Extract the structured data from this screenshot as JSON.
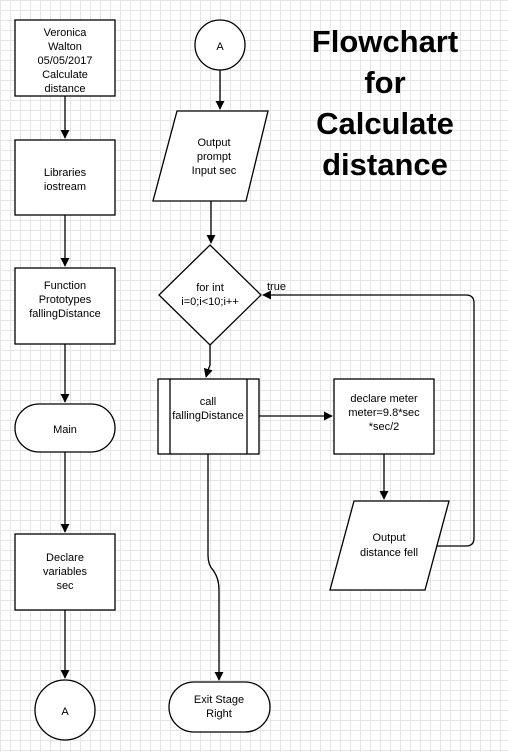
{
  "title": [
    "Flowchart",
    "for",
    "Calculate",
    "distance"
  ],
  "nodes": {
    "header": [
      "Veronica",
      "Walton",
      "05/05/2017",
      "Calculate",
      "distance"
    ],
    "libraries": [
      "Libraries",
      "iostream"
    ],
    "prototypes": [
      "Function",
      "Prototypes",
      "fallingDistance"
    ],
    "main": [
      "Main"
    ],
    "declare_vars": [
      "Declare",
      "variables",
      "sec"
    ],
    "connector_bottom": [
      "A"
    ],
    "connector_top": [
      "A"
    ],
    "output_prompt": [
      "Output",
      "prompt",
      "Input sec"
    ],
    "loop": [
      "for int",
      "i=0;i<10;i++"
    ],
    "call": [
      "call",
      "fallingDistance"
    ],
    "declare_meter": [
      "declare meter",
      "meter=9.8*sec",
      "*sec/2"
    ],
    "output_distance": [
      "Output",
      "distance fell"
    ],
    "exit": [
      "Exit Stage",
      "Right"
    ]
  },
  "edge_labels": {
    "true_branch": "true"
  }
}
